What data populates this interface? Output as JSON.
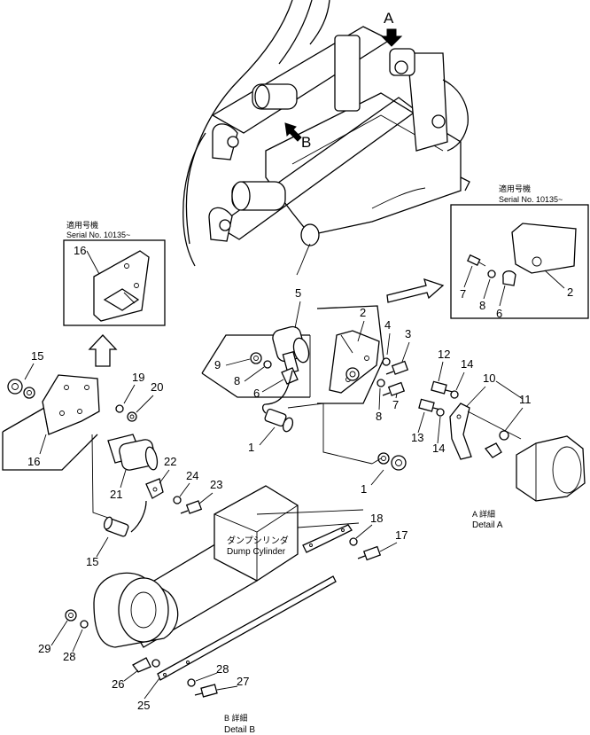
{
  "view_markers": {
    "a": "A",
    "b": "B"
  },
  "insets": {
    "left": {
      "serial_jp": "適用号機",
      "serial": "Serial No. 10135~",
      "parts": [
        "16"
      ]
    },
    "right": {
      "serial_jp": "適用号機",
      "serial": "Serial No. 10135~",
      "parts": [
        "7",
        "8",
        "6",
        "2"
      ]
    }
  },
  "labels": {
    "dump_cylinder_jp": "ダンプシリンダ",
    "dump_cylinder": "Dump Cylinder"
  },
  "details": {
    "a": {
      "jp": "A 詳細",
      "en": "Detail A"
    },
    "b": {
      "jp": "B 詳細",
      "en": "Detail B"
    }
  },
  "callouts": {
    "c1": "1",
    "c1b": "1",
    "c2": "2",
    "c3": "3",
    "c4": "4",
    "c5": "5",
    "c6": "6",
    "c7": "7",
    "c8": "8",
    "c9": "9",
    "c10": "10",
    "c11": "11",
    "c12": "12",
    "c13": "13",
    "c14a": "14",
    "c14b": "14",
    "c15a": "15",
    "c15b": "15",
    "c16": "16",
    "c17": "17",
    "c18": "18",
    "c19": "19",
    "c20": "20",
    "c21": "21",
    "c22": "22",
    "c23": "23",
    "c24": "24",
    "c25": "25",
    "c26": "26",
    "c27": "27",
    "c28a": "28",
    "c28b": "28",
    "c29": "29"
  }
}
